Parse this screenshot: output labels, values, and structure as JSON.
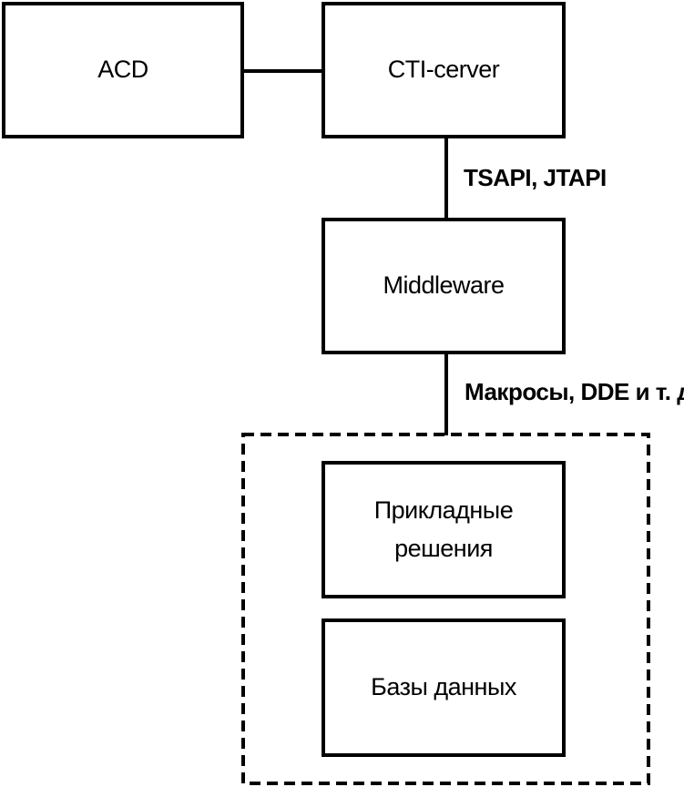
{
  "diagram": {
    "nodes": {
      "acd": "ACD",
      "cti": "CTI-cerver",
      "middleware": "Middleware",
      "apps": "Прикладные решения",
      "apps_line1": "Прикладные",
      "apps_line2": "решения",
      "db": "Базы данных"
    },
    "edges": [
      {
        "from": "acd",
        "to": "cti",
        "label": ""
      },
      {
        "from": "cti",
        "to": "middleware",
        "label": "TSAPI, JTAPI"
      },
      {
        "from": "middleware",
        "to": "client-group",
        "label": "Макросы, DDE и т. д."
      }
    ],
    "labels": {
      "cti_middleware": "TSAPI, JTAPI",
      "middleware_group": "Макросы, DDE и т. д."
    },
    "group": {
      "members": [
        "apps",
        "db"
      ],
      "style": "dashed"
    }
  }
}
